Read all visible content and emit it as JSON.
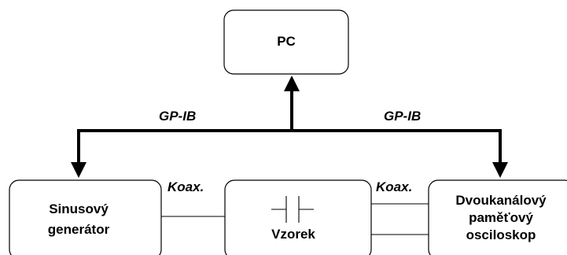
{
  "nodes": {
    "pc": {
      "label": "PC"
    },
    "generator": {
      "line1": "Sinusový",
      "line2": "generátor"
    },
    "sample": {
      "label": "Vzorek"
    },
    "oscilloscope": {
      "line1": "Dvoukanálový",
      "line2": "paměťový",
      "line3": "osciloskop"
    }
  },
  "connections": {
    "gpib_left": "GP-IB",
    "gpib_right": "GP-IB",
    "coax_left": "Koax.",
    "coax_right": "Koax."
  },
  "colors": {
    "stroke": "#000000",
    "fill": "#ffffff"
  }
}
